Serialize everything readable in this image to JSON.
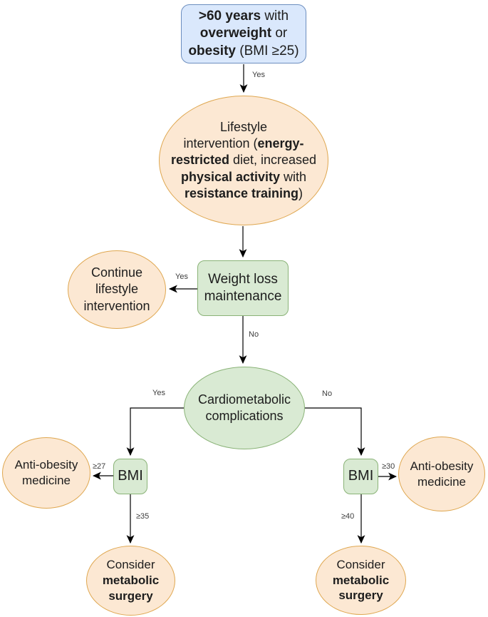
{
  "figure": {
    "description": "Flowchart: treatment algorithm for adults over 60 years with overweight or obesity"
  },
  "colors": {
    "blue_fill": "#dae8fc",
    "blue_border": "#6c8ebf",
    "orange_fill": "#fce8d3",
    "orange_border": "#dfa750",
    "green_fill": "#d9ead3",
    "green_border": "#8ab377",
    "line": "#000000"
  },
  "nodes": {
    "start": {
      "shape": "rounded-rectangle",
      "lines": [
        [
          {
            "text": ">60 years",
            "bold": true
          },
          {
            "text": " with",
            "bold": false
          }
        ],
        [
          {
            "text": "overweight",
            "bold": true
          },
          {
            "text": " or",
            "bold": false
          }
        ],
        [
          {
            "text": "obesity",
            "bold": true
          },
          {
            "text": " (BMI ≥25)",
            "bold": false
          }
        ]
      ]
    },
    "lifestyle": {
      "shape": "ellipse",
      "lines": [
        [
          {
            "text": "Lifestyle",
            "bold": false
          }
        ],
        [
          {
            "text": "intervention (",
            "bold": false
          },
          {
            "text": "energy-",
            "bold": true
          }
        ],
        [
          {
            "text": "restricted",
            "bold": true
          },
          {
            "text": " diet, increased",
            "bold": false
          }
        ],
        [
          {
            "text": "physical activity",
            "bold": true
          },
          {
            "text": " with",
            "bold": false
          }
        ],
        [
          {
            "text": "resistance training",
            "bold": true
          },
          {
            "text": ")",
            "bold": false
          }
        ]
      ]
    },
    "continue_lifestyle": {
      "shape": "ellipse",
      "lines": [
        [
          {
            "text": "Continue",
            "bold": false
          }
        ],
        [
          {
            "text": "lifestyle",
            "bold": false
          }
        ],
        [
          {
            "text": "intervention",
            "bold": false
          }
        ]
      ]
    },
    "weight_loss": {
      "shape": "rounded-rectangle",
      "lines": [
        [
          {
            "text": "Weight loss",
            "bold": false
          }
        ],
        [
          {
            "text": "maintenance",
            "bold": false
          }
        ]
      ]
    },
    "cardiometabolic": {
      "shape": "ellipse",
      "lines": [
        [
          {
            "text": "Cardiometabolic",
            "bold": false
          }
        ],
        [
          {
            "text": "complications",
            "bold": false
          }
        ]
      ]
    },
    "bmi_left": {
      "shape": "rounded-rectangle",
      "lines": [
        [
          {
            "text": "BMI",
            "bold": false
          }
        ]
      ]
    },
    "bmi_right": {
      "shape": "rounded-rectangle",
      "lines": [
        [
          {
            "text": "BMI",
            "bold": false
          }
        ]
      ]
    },
    "anti_obesity_left": {
      "shape": "ellipse",
      "lines": [
        [
          {
            "text": "Anti-obesity",
            "bold": false
          }
        ],
        [
          {
            "text": "medicine",
            "bold": false
          }
        ]
      ]
    },
    "anti_obesity_right": {
      "shape": "ellipse",
      "lines": [
        [
          {
            "text": "Anti-obesity",
            "bold": false
          }
        ],
        [
          {
            "text": "medicine",
            "bold": false
          }
        ]
      ]
    },
    "surgery_left": {
      "shape": "ellipse",
      "lines": [
        [
          {
            "text": "Consider",
            "bold": false
          }
        ],
        [
          {
            "text": "metabolic",
            "bold": true
          }
        ],
        [
          {
            "text": "surgery",
            "bold": true
          }
        ]
      ]
    },
    "surgery_right": {
      "shape": "ellipse",
      "lines": [
        [
          {
            "text": "Consider",
            "bold": false
          }
        ],
        [
          {
            "text": "metabolic",
            "bold": true
          }
        ],
        [
          {
            "text": "surgery",
            "bold": true
          }
        ]
      ]
    }
  },
  "edge_labels": {
    "start_yes": "Yes",
    "maintenance_yes": "Yes",
    "maintenance_no": "No",
    "cardio_yes": "Yes",
    "cardio_no": "No",
    "bmi_left_27": "≥27",
    "bmi_left_35": "≥35",
    "bmi_right_30": "≥30",
    "bmi_right_40": "≥40"
  }
}
